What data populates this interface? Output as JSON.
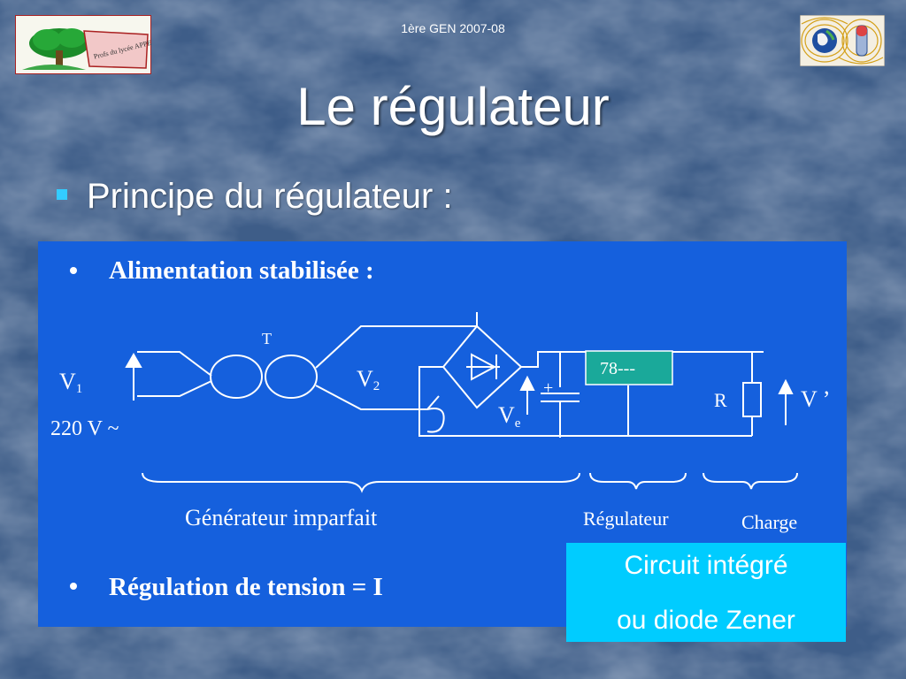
{
  "slide": {
    "header": "1ère GEN 2007-08",
    "title": "Le régulateur",
    "bullet": "Principe du régulateur :"
  },
  "logos": {
    "left": {
      "icon": "tree-logo-icon",
      "text": "Profs du lycée APPERT"
    },
    "right": {
      "icon": "earth-magnet-icon"
    }
  },
  "figure": {
    "heading": "Alimentation stabilisée :",
    "labels": {
      "transformer": "T",
      "v1_main": "V",
      "v1_sub": "1",
      "mains": "220 V ~",
      "v2_main": "V",
      "v2_sub": "2",
      "ve_main": "V",
      "ve_sub": "e",
      "cap_plus": "+",
      "regulator_chip": "78---",
      "resistor": "R",
      "vout": "V ’"
    },
    "sections": {
      "generator": "Générateur imparfait",
      "regulator": "Régulateur",
      "load": "Charge"
    },
    "footer": "Régulation de tension = ",
    "footer_cut": "I"
  },
  "callout": {
    "line1": "Circuit intégré",
    "line2": "ou diode Zener"
  },
  "colors": {
    "background": "#3e5d88",
    "figure_bg": "#1560dd",
    "callout_bg": "#00ccff",
    "chip_fill": "#1aa99a",
    "bullet": "#33ccff"
  }
}
